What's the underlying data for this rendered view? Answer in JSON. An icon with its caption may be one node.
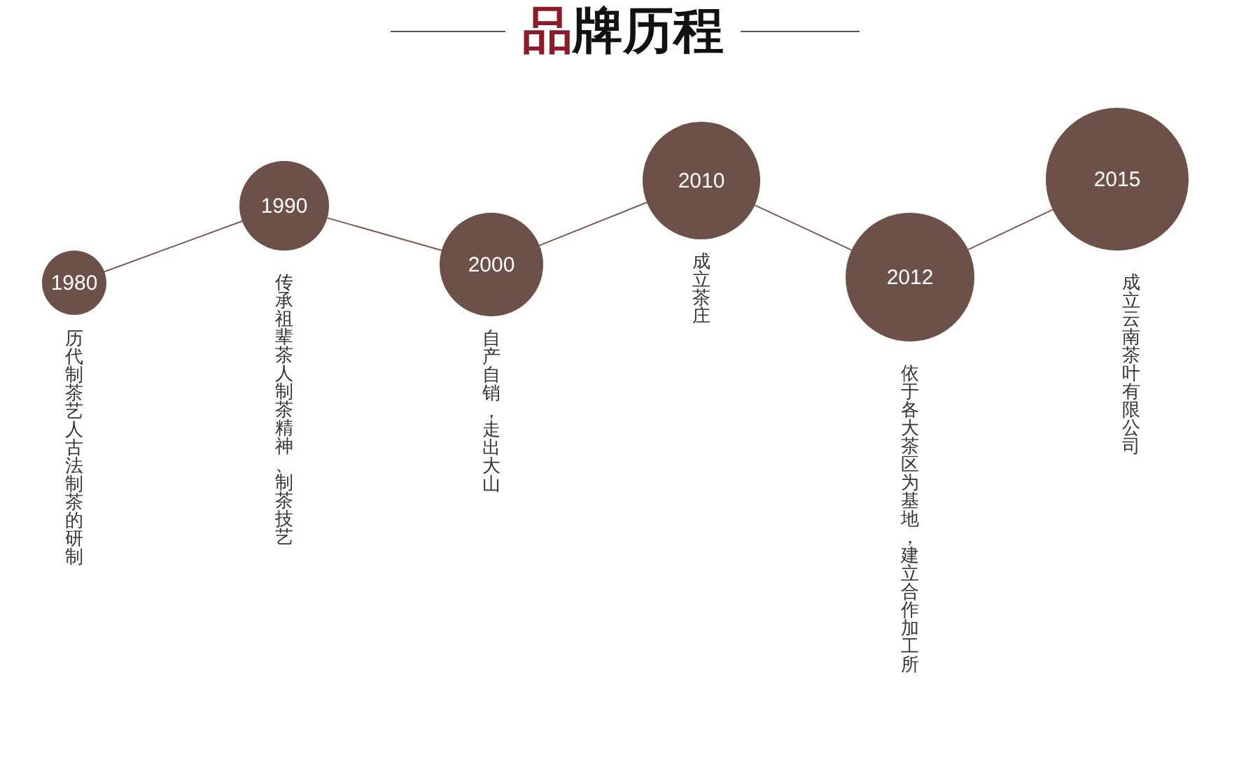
{
  "diagram": {
    "title": "品牌历程",
    "nodes": [
      {
        "text": [
          "1980"
        ],
        "beside": [
          "历代制茶艺人古法制茶的研制"
        ]
      },
      {
        "text": [
          "1990"
        ],
        "beside": [
          "传承祖辈茶人制茶精神、制茶技艺"
        ]
      },
      {
        "text": [
          "2000"
        ],
        "beside": [
          "自产自销，走出大山"
        ]
      },
      {
        "text": [
          "2010"
        ],
        "beside": [
          "成立茶庄"
        ]
      },
      {
        "text": [
          "2012"
        ],
        "beside": [
          "依于各大茶区为基地，建立合作加工所"
        ]
      },
      {
        "text": [
          "2015"
        ],
        "beside": [
          "成立云南茶叶有限公司"
        ]
      }
    ],
    "edges": [
      {
        "from": 0,
        "to": 1,
        "arrow": "none"
      },
      {
        "from": 1,
        "to": 2,
        "arrow": "none"
      },
      {
        "from": 2,
        "to": 3,
        "arrow": "none"
      },
      {
        "from": 3,
        "to": 4,
        "arrow": "none"
      },
      {
        "from": 4,
        "to": 5,
        "arrow": "none"
      }
    ]
  }
}
